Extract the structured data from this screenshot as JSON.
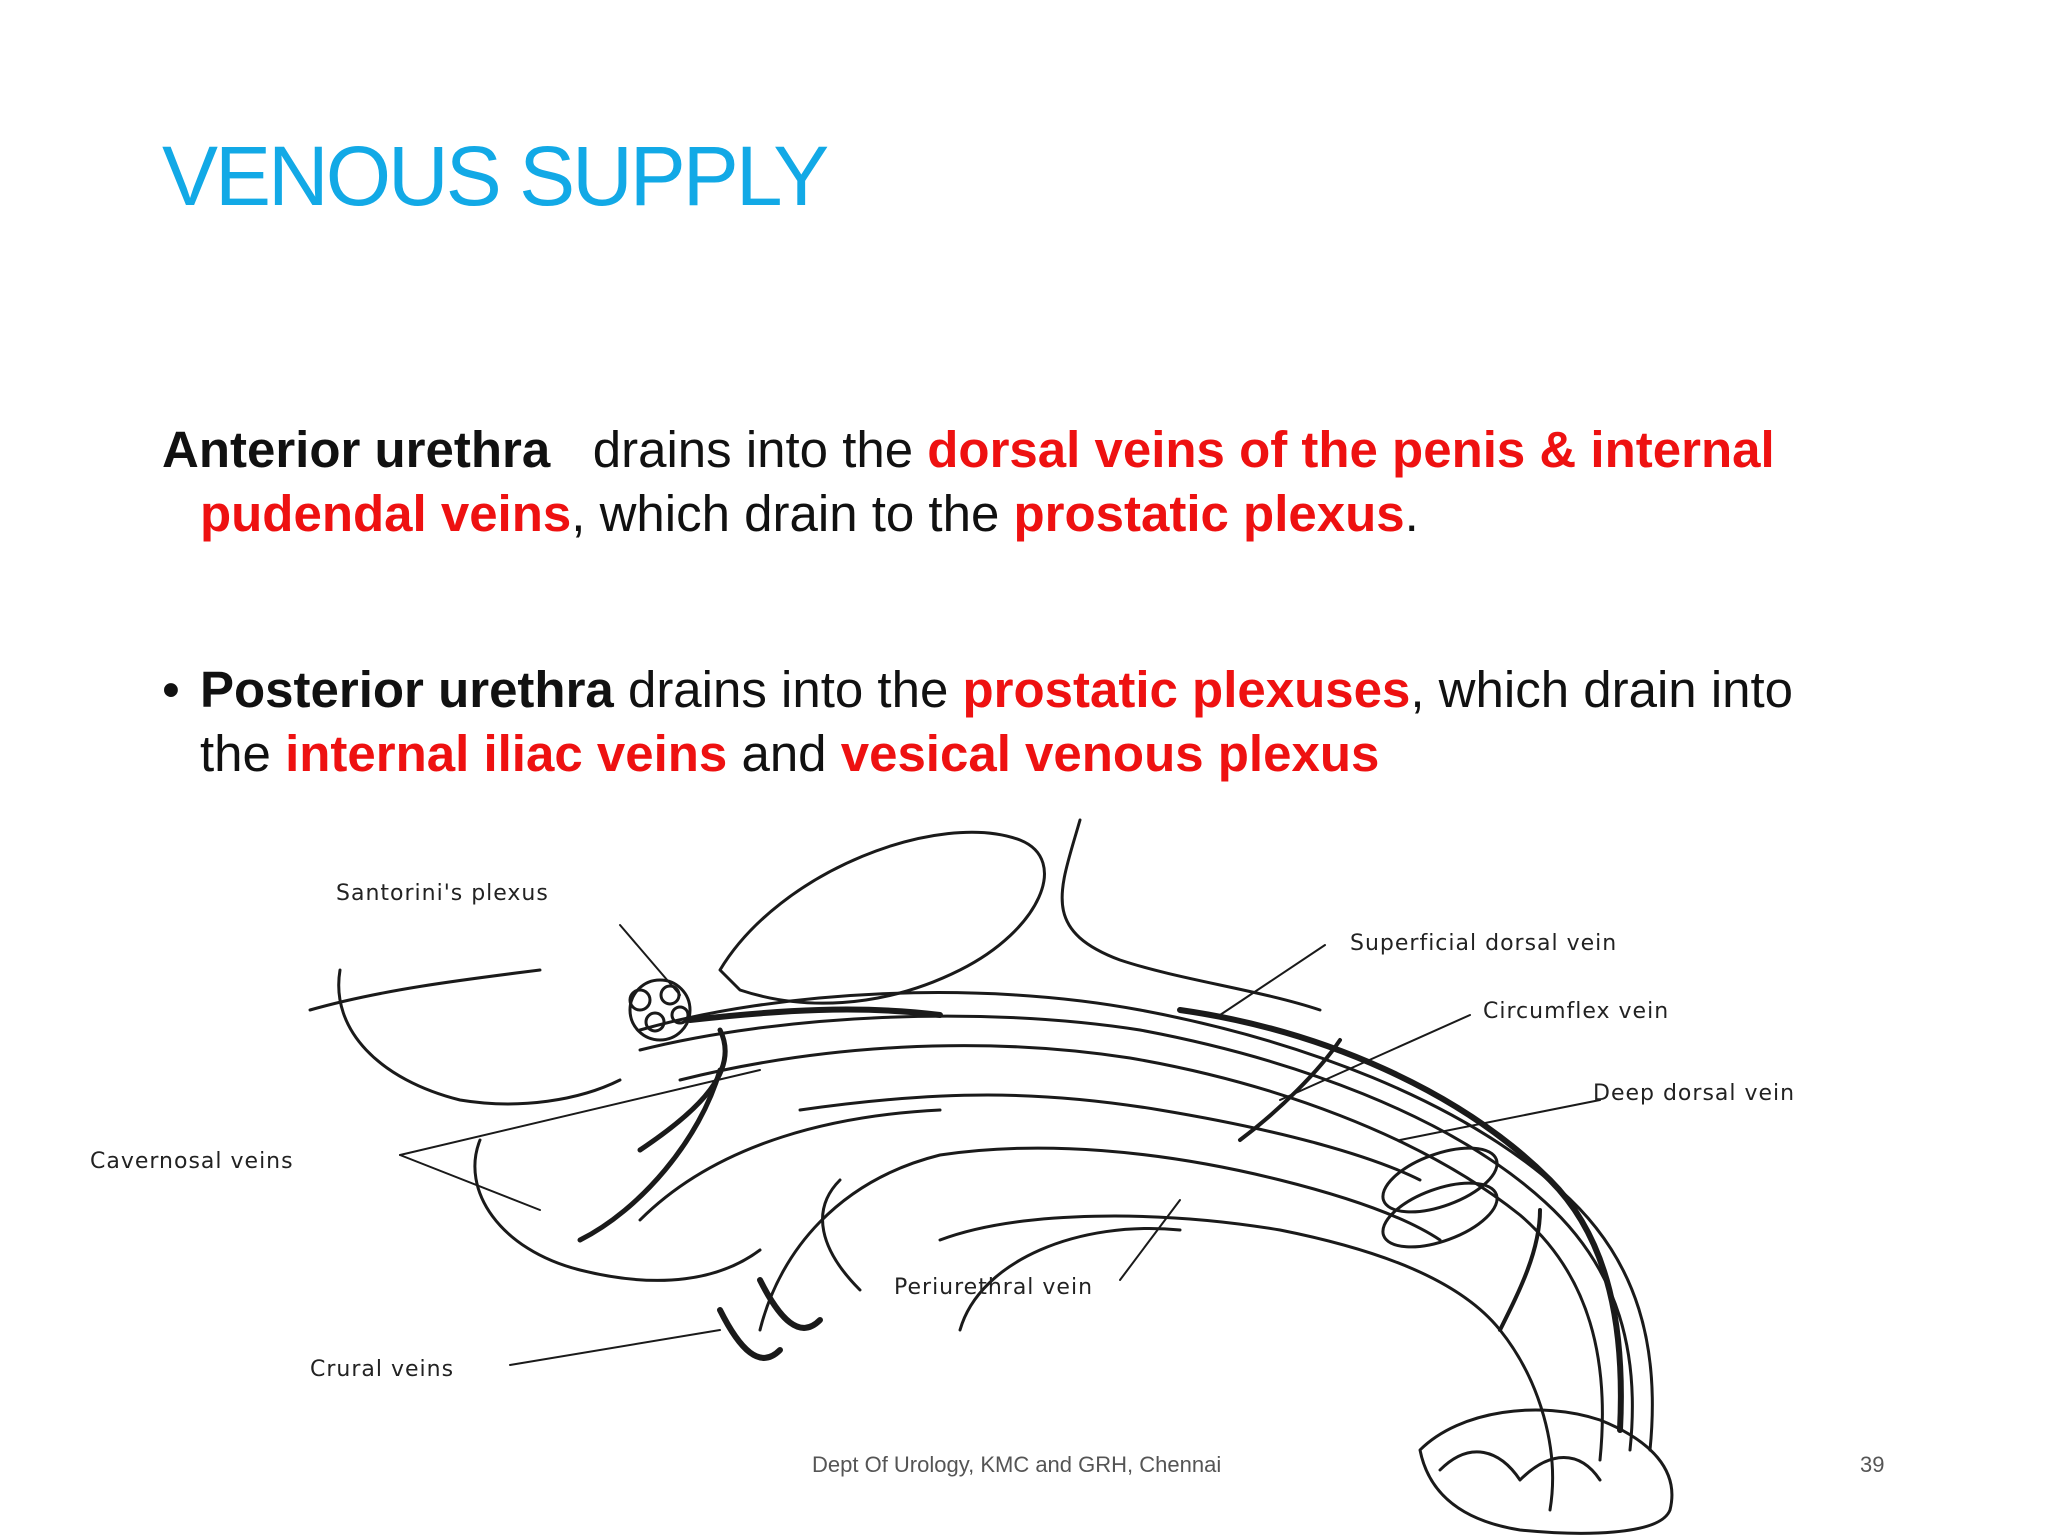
{
  "title": "VENOUS SUPPLY",
  "paragraph1": {
    "lead": "Anterior urethra",
    "t1": "   drains into the ",
    "r1": "dorsal veins of the penis & internal",
    "r2": "pudendal veins",
    "t2": ", which drain to the ",
    "r3": "prostatic plexus",
    "t3": "."
  },
  "paragraph2": {
    "bullet": "•",
    "lead": "Posterior urethra",
    "t1": " drains into the ",
    "r1": "prostatic plexuses",
    "t2": ", which drain into",
    "t3": "the ",
    "r2": "internal iliac veins",
    "t4": " and ",
    "r3": "vesical venous plexus"
  },
  "diagram": {
    "labels": {
      "santorini": "Santorini's plexus",
      "superficial_dorsal": "Superficial dorsal vein",
      "circumflex": "Circumflex vein",
      "deep_dorsal": "Deep dorsal vein",
      "cavernosal": "Cavernosal veins",
      "periurethral": "Periurethral vein",
      "crural": "Crural veins"
    }
  },
  "footer": "Dept Of Urology, KMC and GRH, Chennai",
  "page_number": "39",
  "colors": {
    "title": "#12a9e6",
    "emphasis": "#ee1111",
    "text": "#111111"
  }
}
